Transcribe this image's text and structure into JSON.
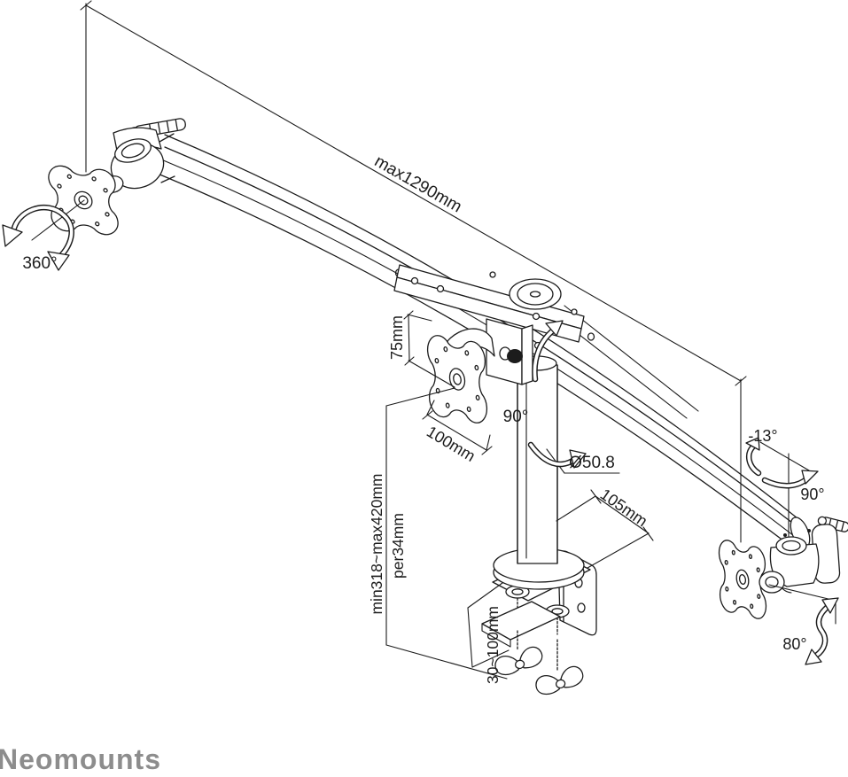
{
  "brand": {
    "watermark": "Neomounts"
  },
  "dimensions": {
    "arm_span": "max1290mm",
    "vesa_height": "75mm",
    "vesa_width": "100mm",
    "pole_diameter": "Ø50.8",
    "base_depth": "105mm",
    "height_range": "min318~max420mm",
    "height_step": "per34mm",
    "clamp_range": "30~100mm"
  },
  "angles": {
    "left_rotation": "360°",
    "center_swivel": "90°",
    "right_tilt": "-13°",
    "right_swivel": "90°",
    "right_pivot": "80°"
  },
  "colors": {
    "line": "#1c1c1c",
    "watermark": "#8d8d8d",
    "background": "#ffffff"
  }
}
